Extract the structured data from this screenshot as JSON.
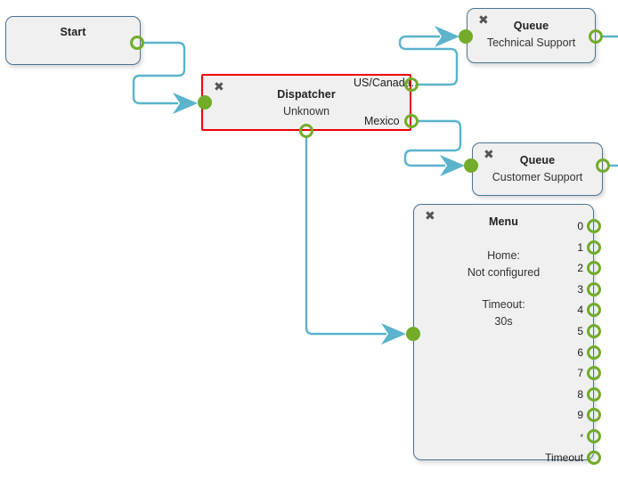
{
  "canvas": {
    "background": "#ffffff",
    "wire_color": "#5bb3cc",
    "port_color": "#72ac29",
    "node_border_color": "#4a7391",
    "node_fill": "#f0f0f0",
    "selected_border_color": "#ef0000"
  },
  "close_icon_glyph": "✖",
  "nodes": {
    "start": {
      "title": "Start",
      "close_label": "close-icon"
    },
    "dispatcher": {
      "title": "Dispatcher",
      "subtitle": "Unknown",
      "selected": true,
      "branches": [
        {
          "label": "US/Canada.."
        },
        {
          "label": "Mexico"
        }
      ]
    },
    "queue_technical": {
      "title": "Queue",
      "subtitle": "Technical Support"
    },
    "queue_customer": {
      "title": "Queue",
      "subtitle": "Customer Support"
    },
    "menu": {
      "title": "Menu",
      "home_label": "Home:",
      "home_value": "Not configured",
      "timeout_label": "Timeout:",
      "timeout_value": "30s",
      "ports": [
        {
          "label": "0"
        },
        {
          "label": "1"
        },
        {
          "label": "2"
        },
        {
          "label": "3"
        },
        {
          "label": "4"
        },
        {
          "label": "5"
        },
        {
          "label": "6"
        },
        {
          "label": "7"
        },
        {
          "label": "8"
        },
        {
          "label": "9"
        },
        {
          "label": "*"
        },
        {
          "label": "Timeout"
        }
      ]
    }
  }
}
